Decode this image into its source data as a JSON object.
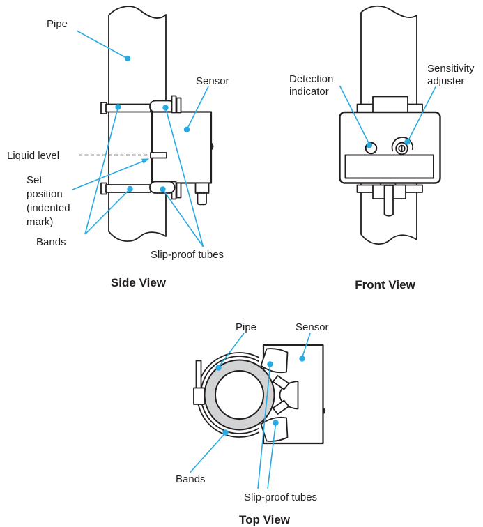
{
  "colors": {
    "line_dark": "#231F20",
    "leader_blue": "#29ABE2",
    "pipe_gray": "#D1D3D4",
    "background": "#FFFFFF"
  },
  "side_view": {
    "caption": "Side View",
    "labels": {
      "pipe": "Pipe",
      "sensor": "Sensor",
      "liquid_level": "Liquid level",
      "set_position_lines": [
        "Set",
        "position",
        "(indented",
        "mark)"
      ],
      "bands": "Bands",
      "slip_proof_tubes": "Slip-proof tubes"
    }
  },
  "front_view": {
    "caption": "Front View",
    "labels": {
      "detection_indicator_lines": [
        "Detection",
        "indicator"
      ],
      "sensitivity_adjuster_lines": [
        "Sensitivity",
        "adjuster"
      ]
    }
  },
  "top_view": {
    "caption": "Top View",
    "labels": {
      "pipe": "Pipe",
      "sensor": "Sensor",
      "bands": "Bands",
      "slip_proof_tubes": "Slip-proof tubes"
    }
  }
}
